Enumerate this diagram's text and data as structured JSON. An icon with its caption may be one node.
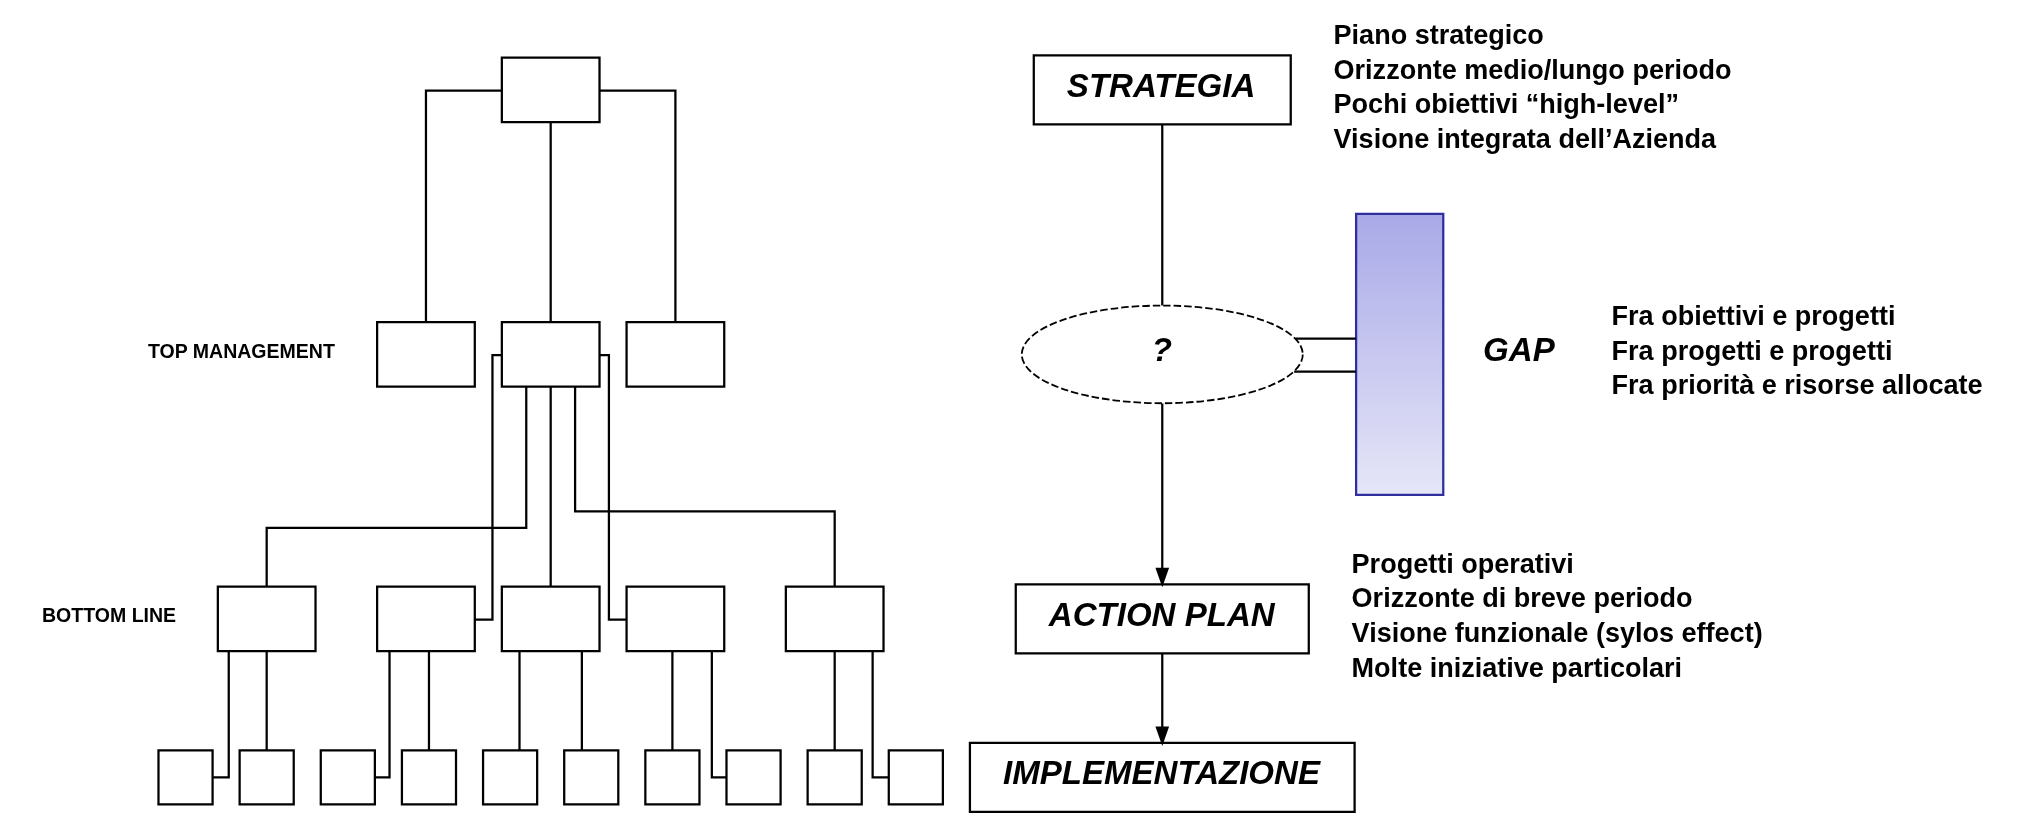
{
  "diagram": {
    "nodes": [
      {
        "text": [],
        "shape": "box"
      },
      {
        "text": [],
        "shape": "box"
      },
      {
        "text": [],
        "shape": "box"
      },
      {
        "text": [],
        "shape": "box"
      },
      {
        "text": [],
        "shape": "box"
      },
      {
        "text": [],
        "shape": "box"
      },
      {
        "text": [],
        "shape": "box"
      },
      {
        "text": [],
        "shape": "box"
      },
      {
        "text": [],
        "shape": "box"
      },
      {
        "text": [],
        "shape": "box"
      },
      {
        "text": [],
        "shape": "box"
      },
      {
        "text": [],
        "shape": "box"
      },
      {
        "text": [],
        "shape": "box"
      },
      {
        "text": [],
        "shape": "box"
      },
      {
        "text": [],
        "shape": "box"
      },
      {
        "text": [],
        "shape": "box"
      },
      {
        "text": [],
        "shape": "box"
      },
      {
        "text": [],
        "shape": "box"
      },
      {
        "text": [],
        "shape": "box"
      },
      {
        "text": [
          "STRATEGIA"
        ]
      },
      {
        "text": [
          "?"
        ]
      },
      {
        "text": [
          "ACTION PLAN"
        ]
      },
      {
        "text": [
          "IMPLEMENTAZIONE"
        ]
      },
      {
        "text": [],
        "shape": "arrow"
      }
    ],
    "edges": [
      {
        "from": 0,
        "to": 1,
        "arrow": "none"
      },
      {
        "from": 0,
        "to": 2,
        "arrow": "none"
      },
      {
        "from": 0,
        "to": 3,
        "arrow": "none"
      },
      {
        "from": 2,
        "to": 4,
        "arrow": "none"
      },
      {
        "from": 2,
        "to": 5,
        "arrow": "none"
      },
      {
        "from": 2,
        "to": 6,
        "arrow": "none"
      },
      {
        "from": 2,
        "to": 7,
        "arrow": "none"
      },
      {
        "from": 2,
        "to": 8,
        "arrow": "none"
      },
      {
        "from": 4,
        "to": 9,
        "arrow": "none"
      },
      {
        "from": 4,
        "to": 10,
        "arrow": "none"
      },
      {
        "from": 5,
        "to": 11,
        "arrow": "none"
      },
      {
        "from": 5,
        "to": 12,
        "arrow": "none"
      },
      {
        "from": 6,
        "to": 13,
        "arrow": "none"
      },
      {
        "from": 6,
        "to": 14,
        "arrow": "none"
      },
      {
        "from": 7,
        "to": 15,
        "arrow": "none"
      },
      {
        "from": 7,
        "to": 16,
        "arrow": "none"
      },
      {
        "from": 8,
        "to": 17,
        "arrow": "none"
      },
      {
        "from": 8,
        "to": 18,
        "arrow": "none"
      },
      {
        "from": 19,
        "to": 20,
        "arrow": "none"
      },
      {
        "from": 20,
        "to": 21,
        "arrow": "to"
      },
      {
        "from": 21,
        "to": 22,
        "arrow": "to"
      },
      {
        "from": 20,
        "to": 23,
        "arrow": "none"
      },
      {
        "from": 20,
        "to": 23,
        "arrow": "none"
      }
    ],
    "labels": [
      "TOP MANAGEMENT",
      "BOTTOM LINE",
      "Piano strategico",
      "Orizzonte medio/lungo periodo",
      "Pochi obiettivi “high-level”",
      "Visione integrata dell’Azienda",
      "GAP",
      "Fra obiettivi e progetti",
      "Fra progetti e progetti",
      "Fra priorità e risorse allocate",
      "Progetti operativi",
      "Orizzonte di breve periodo",
      "Visione funzionale (sylos effect)",
      "Molte iniziative particolari"
    ]
  }
}
